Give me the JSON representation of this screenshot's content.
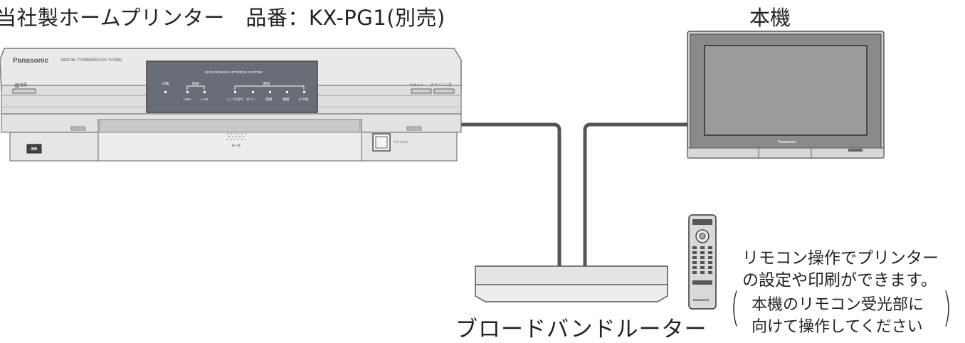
{
  "captions": {
    "printer_title": "当社製ホームプリンター　品番：KX-PG1(別売)",
    "tv_title": "本機",
    "router_label": "ブロードバンドルーター",
    "note_line1": "リモコン操作でプリンター",
    "note_line2": "の設定や印刷ができます。",
    "paren_line1": "本機のリモコン受光部に",
    "paren_line2": "向けて操作してください"
  },
  "printer": {
    "brand": "Panasonic",
    "model": "DIGITAL TV PRINTER  KX-TV1000",
    "panel_heading": "6COLORSINKCARTRIDGE SYSTEM",
    "power_label": "電源",
    "print_label": "印刷",
    "connect_label": "接続",
    "confirm_label": "確認",
    "usb_label": "USB",
    "lan_label": "LAN",
    "ink_label": "インク切れ",
    "cover_label": "カバー",
    "paper_label": "排紙",
    "feed_label": "給紙",
    "other_label": "その他",
    "reset_label": "リセット",
    "cleaning_label": "クリーニング",
    "eject_label": "イジェクト",
    "slot_label": "排一覧"
  },
  "tv": {
    "brand": "Panasonic"
  },
  "remote": {
    "brand": "Panasonic"
  },
  "colors": {
    "line": "#555555",
    "device_body": "#e6e6e6",
    "panel_dark": "#6a6e78"
  }
}
